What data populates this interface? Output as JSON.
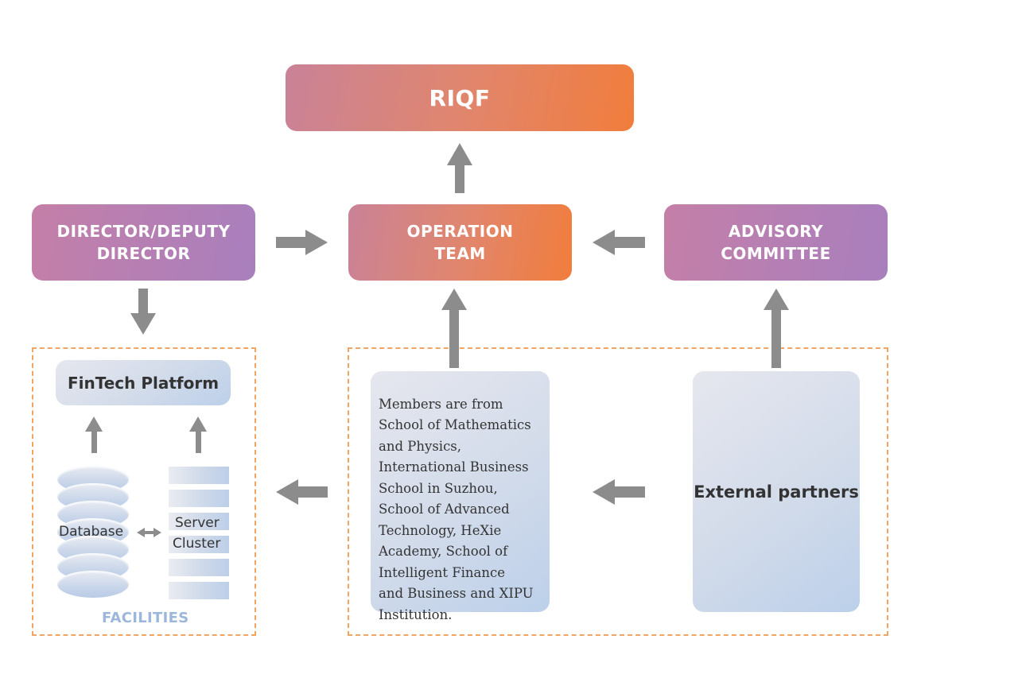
{
  "nodes": {
    "riqf": "RIQF",
    "director": "DIRECTOR/DEPUTY\nDIRECTOR",
    "operation": "OPERATION\nTEAM",
    "advisory": "ADVISORY\nCOMMITTEE",
    "fintech": "FinTech Platform",
    "members": "Members are from\nSchool of Mathematics\nand Physics,\nInternational Business\nSchool in Suzhou,\nSchool of Advanced\nTechnology, HeXie\nAcademy, School of\nIntelligent Finance\nand Business and XIPU\nInstitution.",
    "external": "External partners",
    "database": "Database",
    "server": "Server",
    "cluster": "Cluster",
    "facilities": "FACILITIES"
  },
  "colors": {
    "orange_gradient_end": "#f17d3c",
    "purple_gradient": "#b67fb3",
    "arrow": "#8c8c8c",
    "dashed_border": "#f2a563",
    "facilities_label": "#9db6db"
  }
}
